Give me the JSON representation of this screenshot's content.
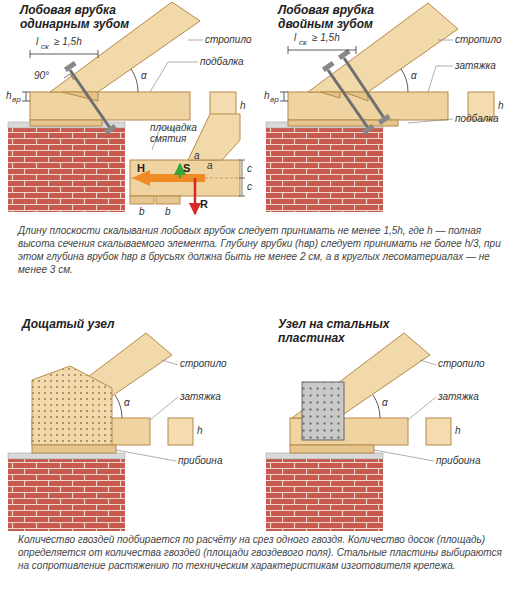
{
  "diagram": {
    "labels": [
      "Лобовая врубка одинарным зубом",
      "l",
      "ск",
      "≥ 1,5h",
      "стропило",
      "подбалка",
      "90°",
      "α",
      "h",
      "вр",
      "h",
      "площадка смятия",
      "H",
      "S",
      "a",
      "a",
      "R",
      "c",
      "c",
      "b",
      "b",
      "Лобовая врубка двойным зубом",
      "l",
      "ск",
      "≥ 1,5h",
      "стропило",
      "α",
      "h",
      "вр",
      "затяжка",
      "h",
      "подбалка",
      "Длину плоскости скалывания лобовых врубок следует принимать не менее 1,5h, где h — полная высота сечения скалываемого элемента. Глубину врубки (hвр) следует принимать не более h/3, при этом глубина врубок hвр в брусьях должна быть не менее 2 см, а в круглых лесоматериалах — не менее 3 см.",
      "Дощатый узел",
      "стропило",
      "α",
      "затяжка",
      "h",
      "прибоина",
      "Узел на стальных пластинах",
      "стропило",
      "α",
      "затяжка",
      "h",
      "прибоина",
      "Количество гвоздей подбирается по расчёту на срез одного гвоздя. Количество досок (площадь) определяется от количества гвоздей (площади гвоздевого поля). Стальные пластины выбираются на сопротивление растяжению по техническим характеристикам изготовителя крепежа."
    ]
  }
}
